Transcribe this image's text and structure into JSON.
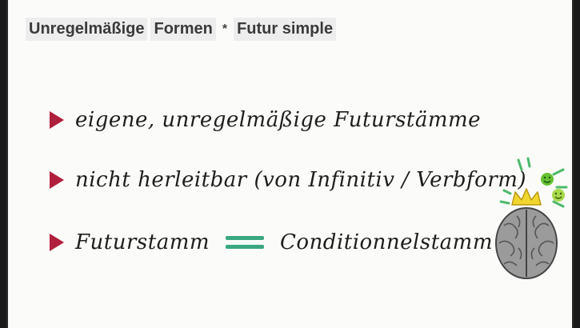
{
  "title": {
    "part1": "Unregelmäßige",
    "part2": "Formen",
    "separator": "*",
    "part3": "Futur simple"
  },
  "bullets": [
    {
      "text": "eigene, unregelmäßige Futurstämme"
    },
    {
      "text": "nicht herleitbar (von Infinitiv / Verbform)"
    },
    {
      "left": "Futurstamm",
      "right": "Conditionnelstamm"
    }
  ],
  "colors": {
    "bullet": "#b01f3b",
    "equals": "#3aa781",
    "crown": "#f2d630",
    "smiley": "#63c233"
  },
  "icons": [
    "bullet-triangle-icon",
    "equals-icon",
    "crowned-brain-icon",
    "smiley-icon"
  ]
}
